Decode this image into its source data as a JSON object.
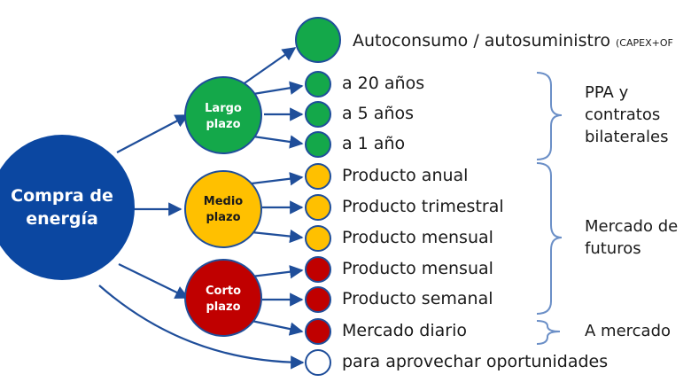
{
  "root": {
    "label_line1": "Compra de",
    "label_line2": "energía",
    "color": "#0b47a1"
  },
  "branches": [
    {
      "line1": "Largo",
      "line2": "plazo",
      "color": "#14a84a"
    },
    {
      "line1": "Medio",
      "line2": "plazo",
      "color": "#ffc000"
    },
    {
      "line1": "Corto",
      "line2": "plazo",
      "color": "#c00000"
    }
  ],
  "leaves": [
    {
      "main": "Autoconsumo / autosuministro",
      "suffix": "(CAPEX+OF",
      "color": "#14a84a"
    },
    {
      "main": "a 20 años",
      "color": "#14a84a"
    },
    {
      "main": "a 5 años",
      "color": "#14a84a"
    },
    {
      "main": "a 1 año",
      "color": "#14a84a"
    },
    {
      "main": "Producto anual",
      "color": "#ffc000"
    },
    {
      "main": "Producto trimestral",
      "color": "#ffc000"
    },
    {
      "main": "Producto mensual",
      "color": "#ffc000"
    },
    {
      "main": "Producto mensual",
      "color": "#c00000"
    },
    {
      "main": "Producto semanal",
      "color": "#c00000"
    },
    {
      "main": "Mercado diario",
      "color": "#c00000"
    },
    {
      "main": "para aprovechar oportunidades",
      "color": "#ffffff"
    }
  ],
  "groups": [
    {
      "line1": "PPA y",
      "line2": "contratos",
      "line3": "bilaterales"
    },
    {
      "line1": "Mercado de",
      "line2": "futuros"
    },
    {
      "line1": "A mercado"
    }
  ],
  "colors": {
    "arrow": "#1f4e9a",
    "brace": "#6b8fc7"
  }
}
